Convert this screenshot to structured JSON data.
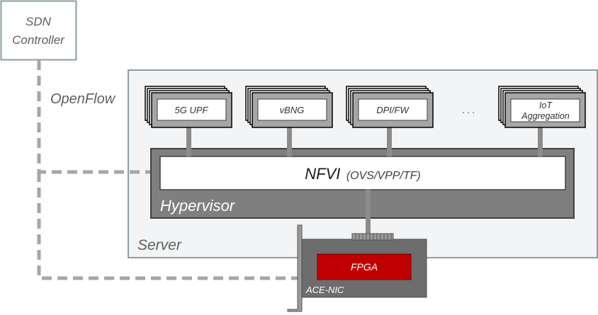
{
  "controller": {
    "line1": "SDN",
    "line2": "Controller"
  },
  "openflow_label": "OpenFlow",
  "server_label": "Server",
  "hypervisor_label": "Hypervisor",
  "nfvi": {
    "title": "NFVI",
    "subtitle": "(OVS/VPP/TF)"
  },
  "vnfs": [
    {
      "label": "5G UPF"
    },
    {
      "label": "vBNG"
    },
    {
      "label": "DPI/FW"
    },
    {
      "label_line1": "IoT",
      "label_line2": "Aggregation"
    }
  ],
  "ellipsis": ". . .",
  "nic": {
    "label": "ACE-NIC",
    "chip_label": "FPGA"
  },
  "colors": {
    "server_fill": "#f2f4f5",
    "server_border": "#8d9ca6",
    "hypervisor_fill": "#7f7f7f",
    "fpga_fill": "#c00000",
    "nic_fill": "#6d6d6d",
    "link_gray": "#a6a6a6",
    "dashed_gray": "#a6a6a6"
  }
}
